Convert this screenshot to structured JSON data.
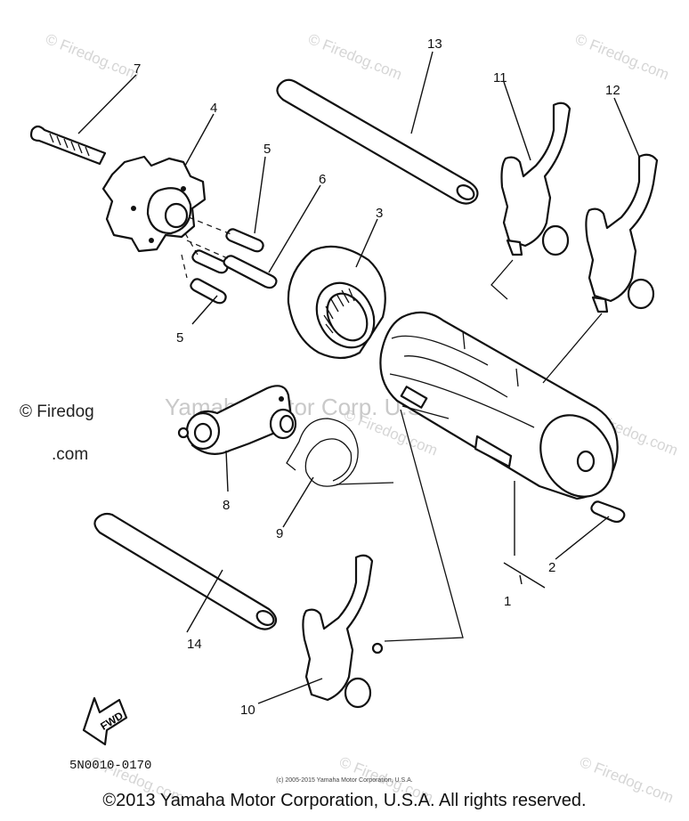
{
  "watermarks": {
    "corner": "© Firedog.com",
    "center": "Yamaha Motor Corp. U.S.A.",
    "side_line1": "© Firedog",
    "side_line2": ".com"
  },
  "callouts": [
    "1",
    "2",
    "3",
    "4",
    "5",
    "5",
    "5",
    "6",
    "7",
    "8",
    "9",
    "10",
    "11",
    "12",
    "13",
    "14"
  ],
  "fwd_label": "FWD",
  "diagram_code": "5N0010-0170",
  "small_copyright": "(c) 2005-2015 Yamaha Motor Corporation, U.S.A.",
  "footer_copyright": "©2013 Yamaha Motor Corporation, U.S.A. All rights reserved."
}
